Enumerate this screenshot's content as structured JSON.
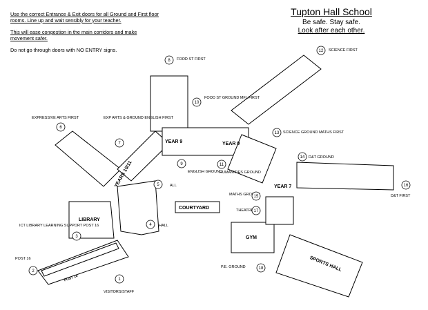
{
  "notes": {
    "line1": "Use the correct Entrance & Exit doors for all Ground and First floor rooms. Line up and wait sensibly for your teacher.",
    "line2": "This will ease congestion in the main corridors and make movement safer.",
    "line3": "Do not go through doors with NO ENTRY signs."
  },
  "header": {
    "title": "Tupton Hall School",
    "slogan1": "Be safe. Stay safe.",
    "slogan2": "Look after each other."
  },
  "rooms": {
    "library": "LIBRARY",
    "courtyard": "COURTYARD",
    "gym": "GYM",
    "sports_hall": "SPORTS HALL",
    "year9a": "YEAR 9",
    "year9b": "YEAR 9",
    "year7": "YEAR 7",
    "year10_11": "YEARS 10/11",
    "post16": "POST 16"
  },
  "markers": {
    "m1": "1",
    "m2": "2",
    "m3": "3",
    "m4": "4",
    "m5": "5",
    "m6": "6",
    "m7": "7",
    "m8": "8",
    "m9": "9",
    "m10": "10",
    "m11": "11",
    "m12": "12",
    "m13": "13",
    "m14": "14",
    "m15": "15",
    "m16": "16",
    "m17": "17",
    "m18": "18"
  },
  "entrance_labels": {
    "e1": "VISITORS/STAFF",
    "e2": "POST 16",
    "e3": "ICT LIBRARY LEARNING SUPPORT POST 16",
    "e4": "HALL",
    "e5": "ALL",
    "e6": "EXPRESSIVE ARTS FIRST",
    "e7": "EXP ARTS & GROUND ENGLISH FIRST",
    "e8": "FOOD ST FIRST",
    "e9": "ENGLISH GROUND",
    "e10": "FOOD ST GROUND MFL FIRST",
    "e11": "HUMANITIES GROUND",
    "e12": "SCIENCE FIRST",
    "e13": "SCIENCE GROUND MATHS FIRST",
    "e14": "D&T GROUND",
    "e15": "MATHS GROUND",
    "e16": "D&T FIRST",
    "e17": "THEATRE",
    "e18": "P.E. GROUND"
  }
}
